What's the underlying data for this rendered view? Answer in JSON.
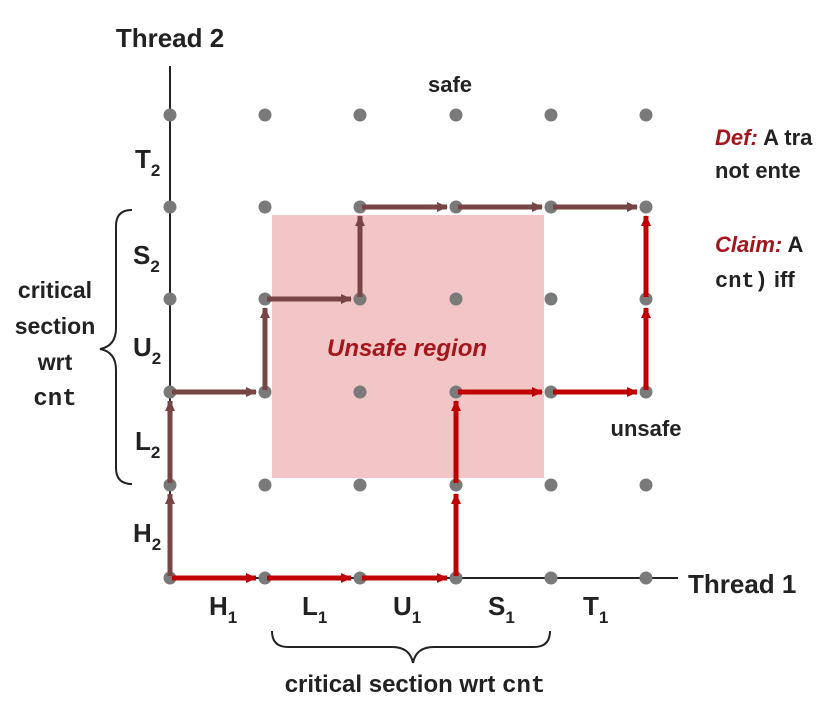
{
  "axes": {
    "x_title": "Thread 1",
    "y_title": "Thread 2",
    "x_segments": [
      {
        "base": "H",
        "sub": "1"
      },
      {
        "base": "L",
        "sub": "1"
      },
      {
        "base": "U",
        "sub": "1"
      },
      {
        "base": "S",
        "sub": "1"
      },
      {
        "base": "T",
        "sub": "1"
      }
    ],
    "y_segments": [
      {
        "base": "H",
        "sub": "2"
      },
      {
        "base": "L",
        "sub": "2"
      },
      {
        "base": "U",
        "sub": "2"
      },
      {
        "base": "S",
        "sub": "2"
      },
      {
        "base": "T",
        "sub": "2"
      }
    ]
  },
  "critical_section": {
    "x_label_text": "critical section wrt ",
    "x_label_code": "cnt",
    "y_label_lines": [
      "critical",
      "section",
      "wrt"
    ],
    "y_label_code": "cnt"
  },
  "unsafe_region": {
    "label": "Unsafe region",
    "fill": "#f2c5c7",
    "text_color": "#a3161b"
  },
  "trajectories": {
    "safe": {
      "label": "safe",
      "color": "#774545",
      "points": [
        [
          0,
          0
        ],
        [
          0,
          2
        ],
        [
          1,
          2
        ],
        [
          1,
          3
        ],
        [
          2,
          3
        ],
        [
          2,
          4
        ],
        [
          5,
          4
        ]
      ]
    },
    "unsafe": {
      "label": "unsafe",
      "color": "#c00000",
      "points": [
        [
          0,
          0
        ],
        [
          3,
          0
        ],
        [
          3,
          2
        ],
        [
          5,
          2
        ],
        [
          5,
          4
        ]
      ]
    }
  },
  "side_text": {
    "def_keyword": "Def:",
    "def_line1": " A tra",
    "def_line2": "not ente",
    "claim_keyword": "Claim:",
    "claim_line1": " A",
    "claim_code": "cnt)",
    "claim_line2_rest": " iff",
    "keyword_color": "#a3161b"
  },
  "colors": {
    "grid_point": "#7a7a7a",
    "axis": "#222222"
  }
}
